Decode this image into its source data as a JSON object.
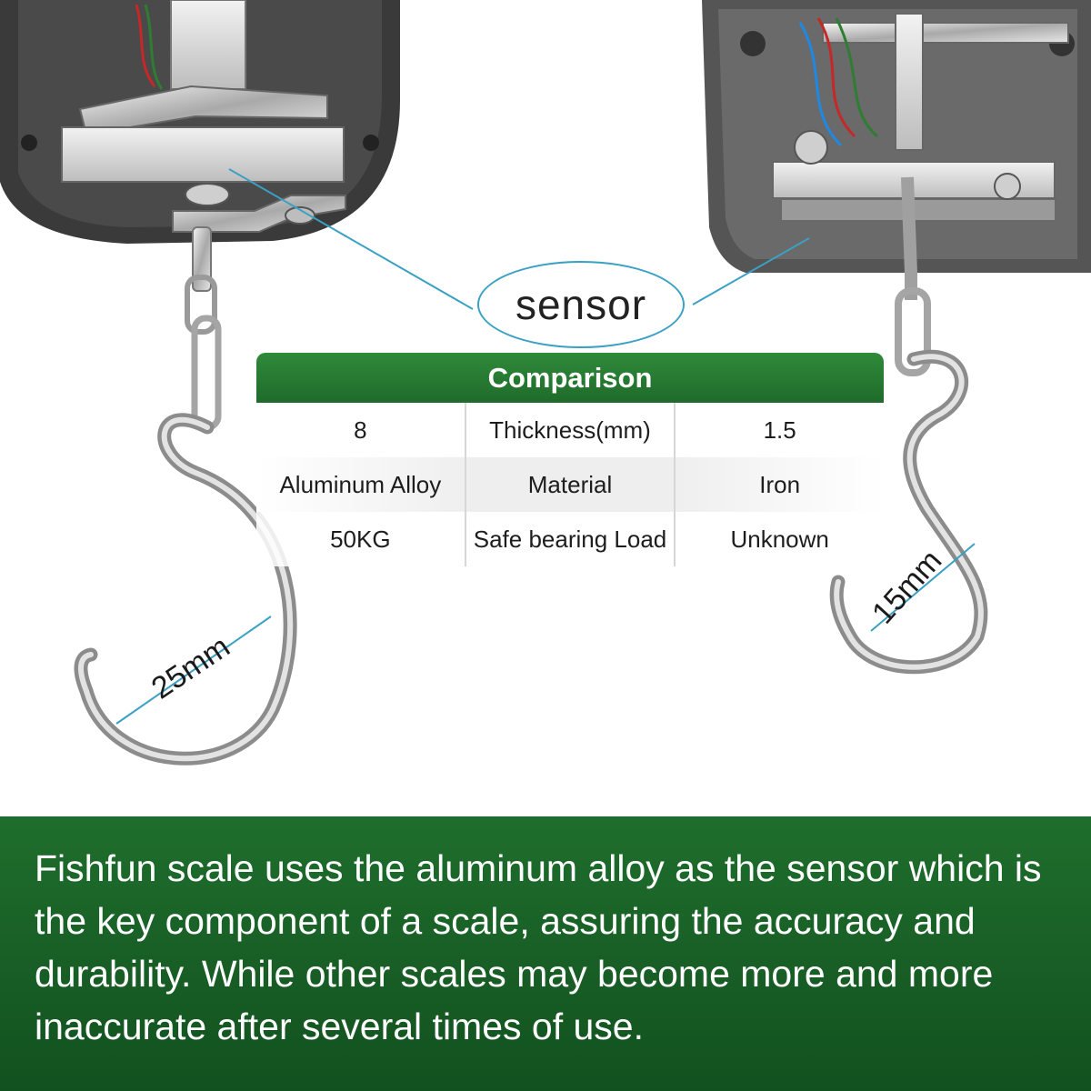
{
  "callout": {
    "label": "sensor"
  },
  "comparison": {
    "title": "Comparison",
    "rows": [
      {
        "left": "8",
        "attribute": "Thickness(mm)",
        "right": "1.5"
      },
      {
        "left": "Aluminum Alloy",
        "attribute": "Material",
        "right": "Iron"
      },
      {
        "left": "50KG",
        "attribute": "Safe bearing Load",
        "right": "Unknown"
      }
    ]
  },
  "dimensions": {
    "left_hook": "25mm",
    "right_hook": "15mm"
  },
  "banner": {
    "text": "Fishfun scale uses the aluminum alloy as the sensor which is the key component of a scale, assuring the accuracy and durability. While other scales may become more and more inaccurate after several times of use."
  },
  "colors": {
    "brand_green": "#1f6e2d",
    "callout_blue": "#3aa0c4"
  }
}
